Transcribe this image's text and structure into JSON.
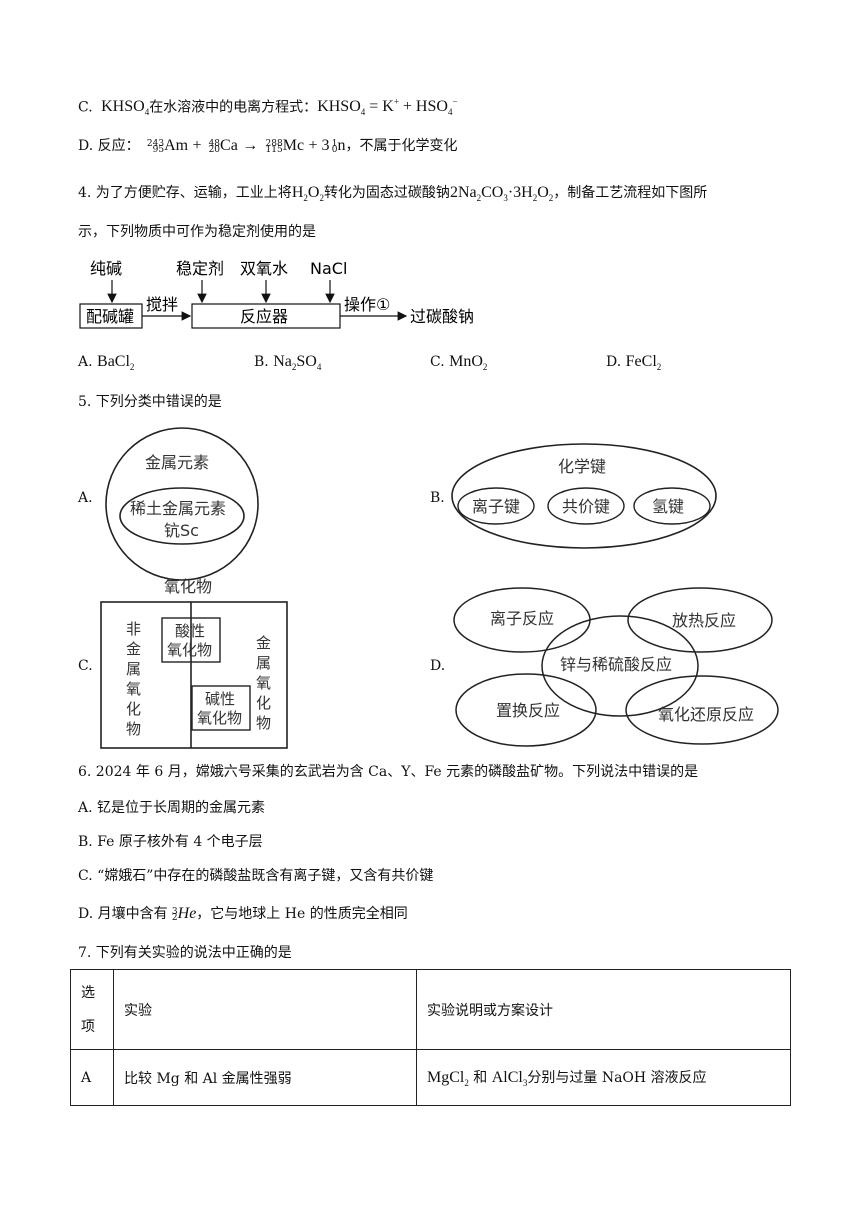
{
  "q3": {
    "c_label": "C.",
    "c_text": "在水溶液中的电离方程式：",
    "c_formula_lhs": "KHSO",
    "c_formula_sub": "4",
    "c_eq_lhs": "KHSO",
    "c_eq_sub": "4",
    "c_eq_mid": " = K",
    "c_eq_plus": "+",
    "c_eq_rhs": " + HSO",
    "c_eq_rhs_sub": "4",
    "c_eq_rhs_sup": "−",
    "d_label": "D.",
    "d_prefix": "反应：",
    "d_am_top": "243",
    "d_am_bot": "95",
    "d_am": "Am",
    "d_plus": "+",
    "d_ca_top": "48",
    "d_ca_bot": "20",
    "d_ca": "Ca",
    "d_arrow": "→",
    "d_mc_top": "288",
    "d_mc_bot": "115",
    "d_mc": "Mc",
    "d_plus2": "+ 3",
    "d_n_top": "1",
    "d_n_bot": "0",
    "d_n": "n",
    "d_suffix": "，不属于化学变化"
  },
  "q4": {
    "line1_a": "4. 为了方便贮存、运输，工业上将",
    "line1_h2o2": "H",
    "line1_h2o2_b": "O",
    "line1_b": "转化为固态过碳酸钠",
    "line1_f": "2Na",
    "line1_f2": "CO",
    "line1_f3": "·3H",
    "line1_f4": "O",
    "line1_c": "，制备工艺流程如下图所",
    "line2": "示，下列物质中可作为稳定剂使用的是",
    "flow": {
      "in1": "纯碱",
      "in2": "稳定剂",
      "in3": "双氧水",
      "in4": "NaCl",
      "box1": "配碱罐",
      "step1": "搅拌",
      "box2": "反应器",
      "step2": "操作①",
      "product": "过碳酸钠"
    },
    "options": [
      {
        "label": "A.",
        "f": "BaCl",
        "s": "2",
        "f2": "",
        "s2": ""
      },
      {
        "label": "B.",
        "f": "Na",
        "s": "2",
        "f2": "SO",
        "s2": "4"
      },
      {
        "label": "C.",
        "f": "MnO",
        "s": "2",
        "f2": "",
        "s2": ""
      },
      {
        "label": "D.",
        "f": "FeCl",
        "s": "2",
        "f2": "",
        "s2": ""
      }
    ]
  },
  "q5": {
    "title": "5. 下列分类中错误的是",
    "a_label": "A.",
    "a_outer": "金属元素",
    "a_inner1": "稀土金属元素",
    "a_inner2": "钪Sc",
    "b_label": "B.",
    "b_outer": "化学键",
    "b_items": [
      "离子键",
      "共价键",
      "氢键"
    ],
    "c_label": "C.",
    "c_title": "氧化物",
    "c_left": [
      "非",
      "金",
      "属",
      "氧",
      "化",
      "物"
    ],
    "c_acid": [
      "酸性",
      "氧化物"
    ],
    "c_base": [
      "碱性",
      "氧化物"
    ],
    "c_right": [
      "金",
      "属",
      "氧",
      "化",
      "物"
    ],
    "d_label": "D.",
    "d_items": [
      "离子反应",
      "放热反应",
      "锌与稀硫酸反应",
      "置换反应",
      "氧化还原反应"
    ]
  },
  "q6": {
    "title": "6. 2024 年 6 月，嫦娥六号采集的玄武岩为含 Ca、Y、Fe 元素的磷酸盐矿物。下列说法中错误的是",
    "a": "A. 钇是位于长周期的金属元素",
    "b": "B. Fe 原子核外有 4 个电子层",
    "c": "C. “嫦娥石”中存在的磷酸盐既含有离子键，又含有共价键",
    "d_a": "D. 月壤中含有",
    "d_top": "3",
    "d_bot": "2",
    "d_he": "He",
    "d_b": "，它与地球上 He 的性质完全相同"
  },
  "q7": {
    "title": "7. 下列有关实验的说法中正确的是",
    "head": [
      "选",
      "项",
      "实验",
      "实验说明或方案设计"
    ],
    "row_a": {
      "opt": "A",
      "exp": "比较 Mg 和 Al 金属性强弱",
      "f1": "MgCl",
      "s1": "2",
      "and": "和",
      "f2": "AlCl",
      "s2": "3",
      "rest": "分别与过量 NaOH 溶液反应"
    }
  }
}
